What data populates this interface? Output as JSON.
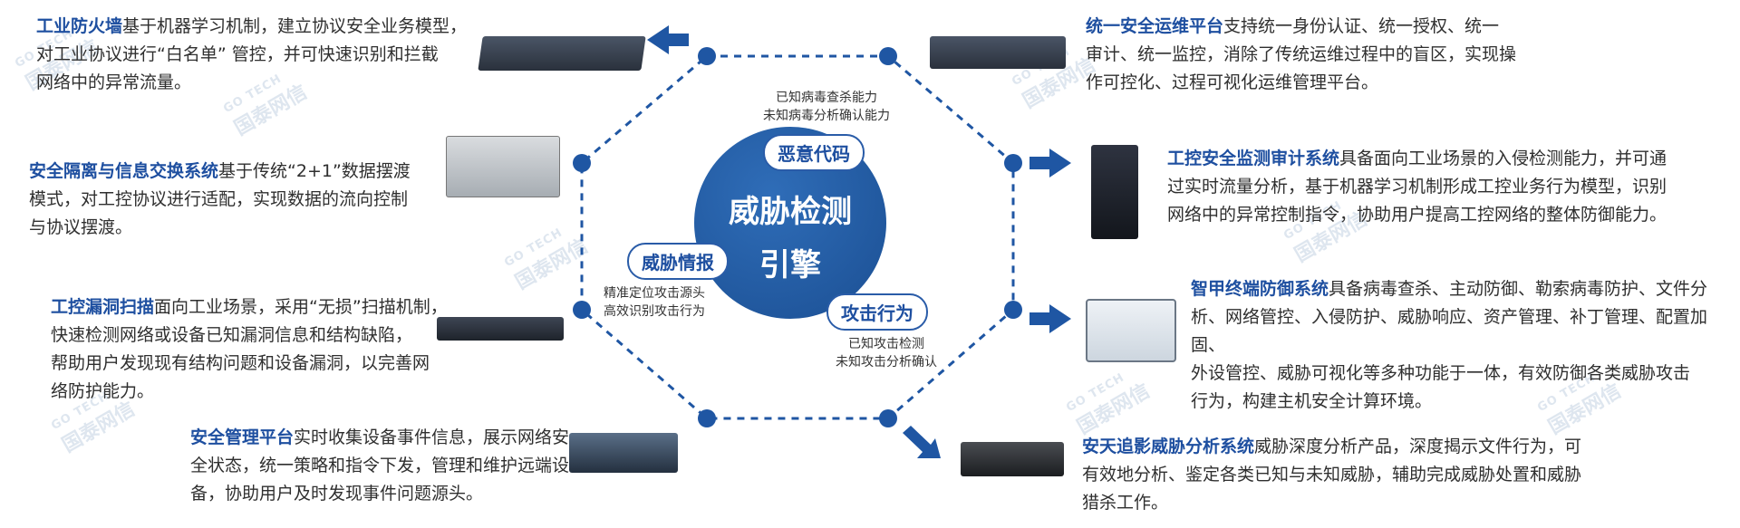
{
  "center": {
    "title_line1": "威胁检测",
    "title_line2": "引擎",
    "pills": {
      "malicious_code": "恶意代码",
      "threat_intel": "威胁情报",
      "attack_behavior": "攻击行为"
    },
    "malicious_code_desc": [
      "已知病毒查杀能力",
      "未知病毒分析确认能力"
    ],
    "threat_intel_desc": [
      "精准定位攻击源头",
      "高效识别攻击行为"
    ],
    "attack_behavior_desc": [
      "已知攻击检测",
      "未知攻击分析确认"
    ]
  },
  "left": [
    {
      "title": "工业防火墙",
      "body": [
        "基于机器学习机制，建立协议安全业务模型，",
        "对工业协议进行“白名单” 管控，并可快速识别和拦截",
        "网络中的异常流量。"
      ]
    },
    {
      "title": "安全隔离与信息交换系统",
      "body": [
        "基于传统“2+1”数据摆渡",
        "模式，对工控协议进行适配，实现数据的流向控制",
        "与协议摆渡。"
      ]
    },
    {
      "title": "工控漏洞扫描",
      "body": [
        "面向工业场景，采用“无损”扫描机制，",
        "快速检测网络或设备已知漏洞信息和结构缺陷，",
        "帮助用户发现现有结构问题和设备漏洞，以完善网",
        "络防护能力。"
      ]
    },
    {
      "title": "安全管理平台",
      "body": [
        "实时收集设备事件信息，展示网络安",
        "全状态，统一策略和指令下发，管理和维护远端设",
        "备，协助用户及时发现事件问题源头。"
      ]
    }
  ],
  "right": [
    {
      "title": "统一安全运维平台",
      "body": [
        "支持统一身份认证、统一授权、统一",
        "审计、统一监控，消除了传统运维过程中的盲区，实现操",
        "作可控化、过程可视化运维管理平台。"
      ]
    },
    {
      "title": "工控安全监测审计系统",
      "body": [
        "具备面向工业场景的入侵检测能力，并可通",
        "过实时流量分析，基于机器学习机制形成工控业务行为模型，识别",
        "网络中的异常控制指令，协助用户提高工控网络的整体防御能力。"
      ]
    },
    {
      "title": "智甲终端防御系统",
      "body": [
        "具备病毒查杀、主动防御、勒索病毒防护、文件分",
        "析、网络管控、入侵防护、威胁响应、资产管理、补丁管理、配置加固、",
        "外设管控、威胁可视化等多种功能于一体，有效防御各类威胁攻击",
        "行为，构建主机安全计算环境。"
      ]
    },
    {
      "title": "安天追影威胁分析系统",
      "body": [
        "威胁深度分析产品，深度揭示文件行为，可",
        "有效地分析、鉴定各类已知与未知威胁，辅助完成威胁处置和威胁",
        "猎杀工作。"
      ]
    }
  ],
  "watermark": {
    "main": "国泰网信",
    "sub": "GO TECH"
  },
  "colors": {
    "accent": "#1e4fa0",
    "node": "#1f56a3"
  }
}
